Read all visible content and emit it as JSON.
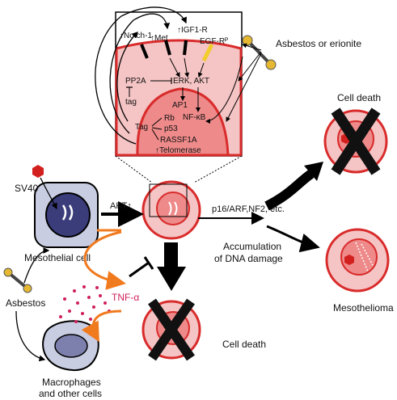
{
  "signaling": {
    "notch": "↑Notch-1",
    "met": "↑Met",
    "igf": "↑IGF1-R",
    "egf": "EGF-Rᴾ",
    "pp2a": "PP2A",
    "erk": "ERK, AKT",
    "tag1": "tag",
    "ap1": "AP1",
    "nfkb": "NF-κB",
    "tag2": "Tag",
    "rb": "Rb",
    "p53": "p53",
    "rassf": "RASSF1A",
    "telomerase": "↑Telomerase"
  },
  "labels": {
    "asbestos_erionite": "Asbestos or erionite",
    "sv40": "SV40",
    "mesothelial_cell": "Mesothelial cell",
    "asbestos": "Asbestos",
    "tnf": "TNF-α",
    "macrophages_l1": "Macrophages",
    "macrophages_l2": "and other cells",
    "akt": "AKT↑",
    "p16": "p16/ARF,NF2, etc.",
    "accum_l1": "Accumulation",
    "accum_l2": "of DNA damage",
    "cell_death_top": "Cell death",
    "mesothelioma": "Mesothelioma",
    "cell_death_bottom": "Cell death"
  },
  "colors": {
    "cell_outer_pink": "#f5c4c4",
    "cell_border_red": "#d92b2b",
    "nucleus_red": "#ee8a8a",
    "mesothelial_outer": "#c9cde2",
    "mesothelial_nucleus": "#3a3d7a",
    "tnf_dots": "#d01f5c",
    "tnf_arrow": "#f07a1e",
    "asbestos_fiber": "#e6b832",
    "egf_fiber": "#f3cc2e",
    "sv40_hex": "#d2201e"
  }
}
